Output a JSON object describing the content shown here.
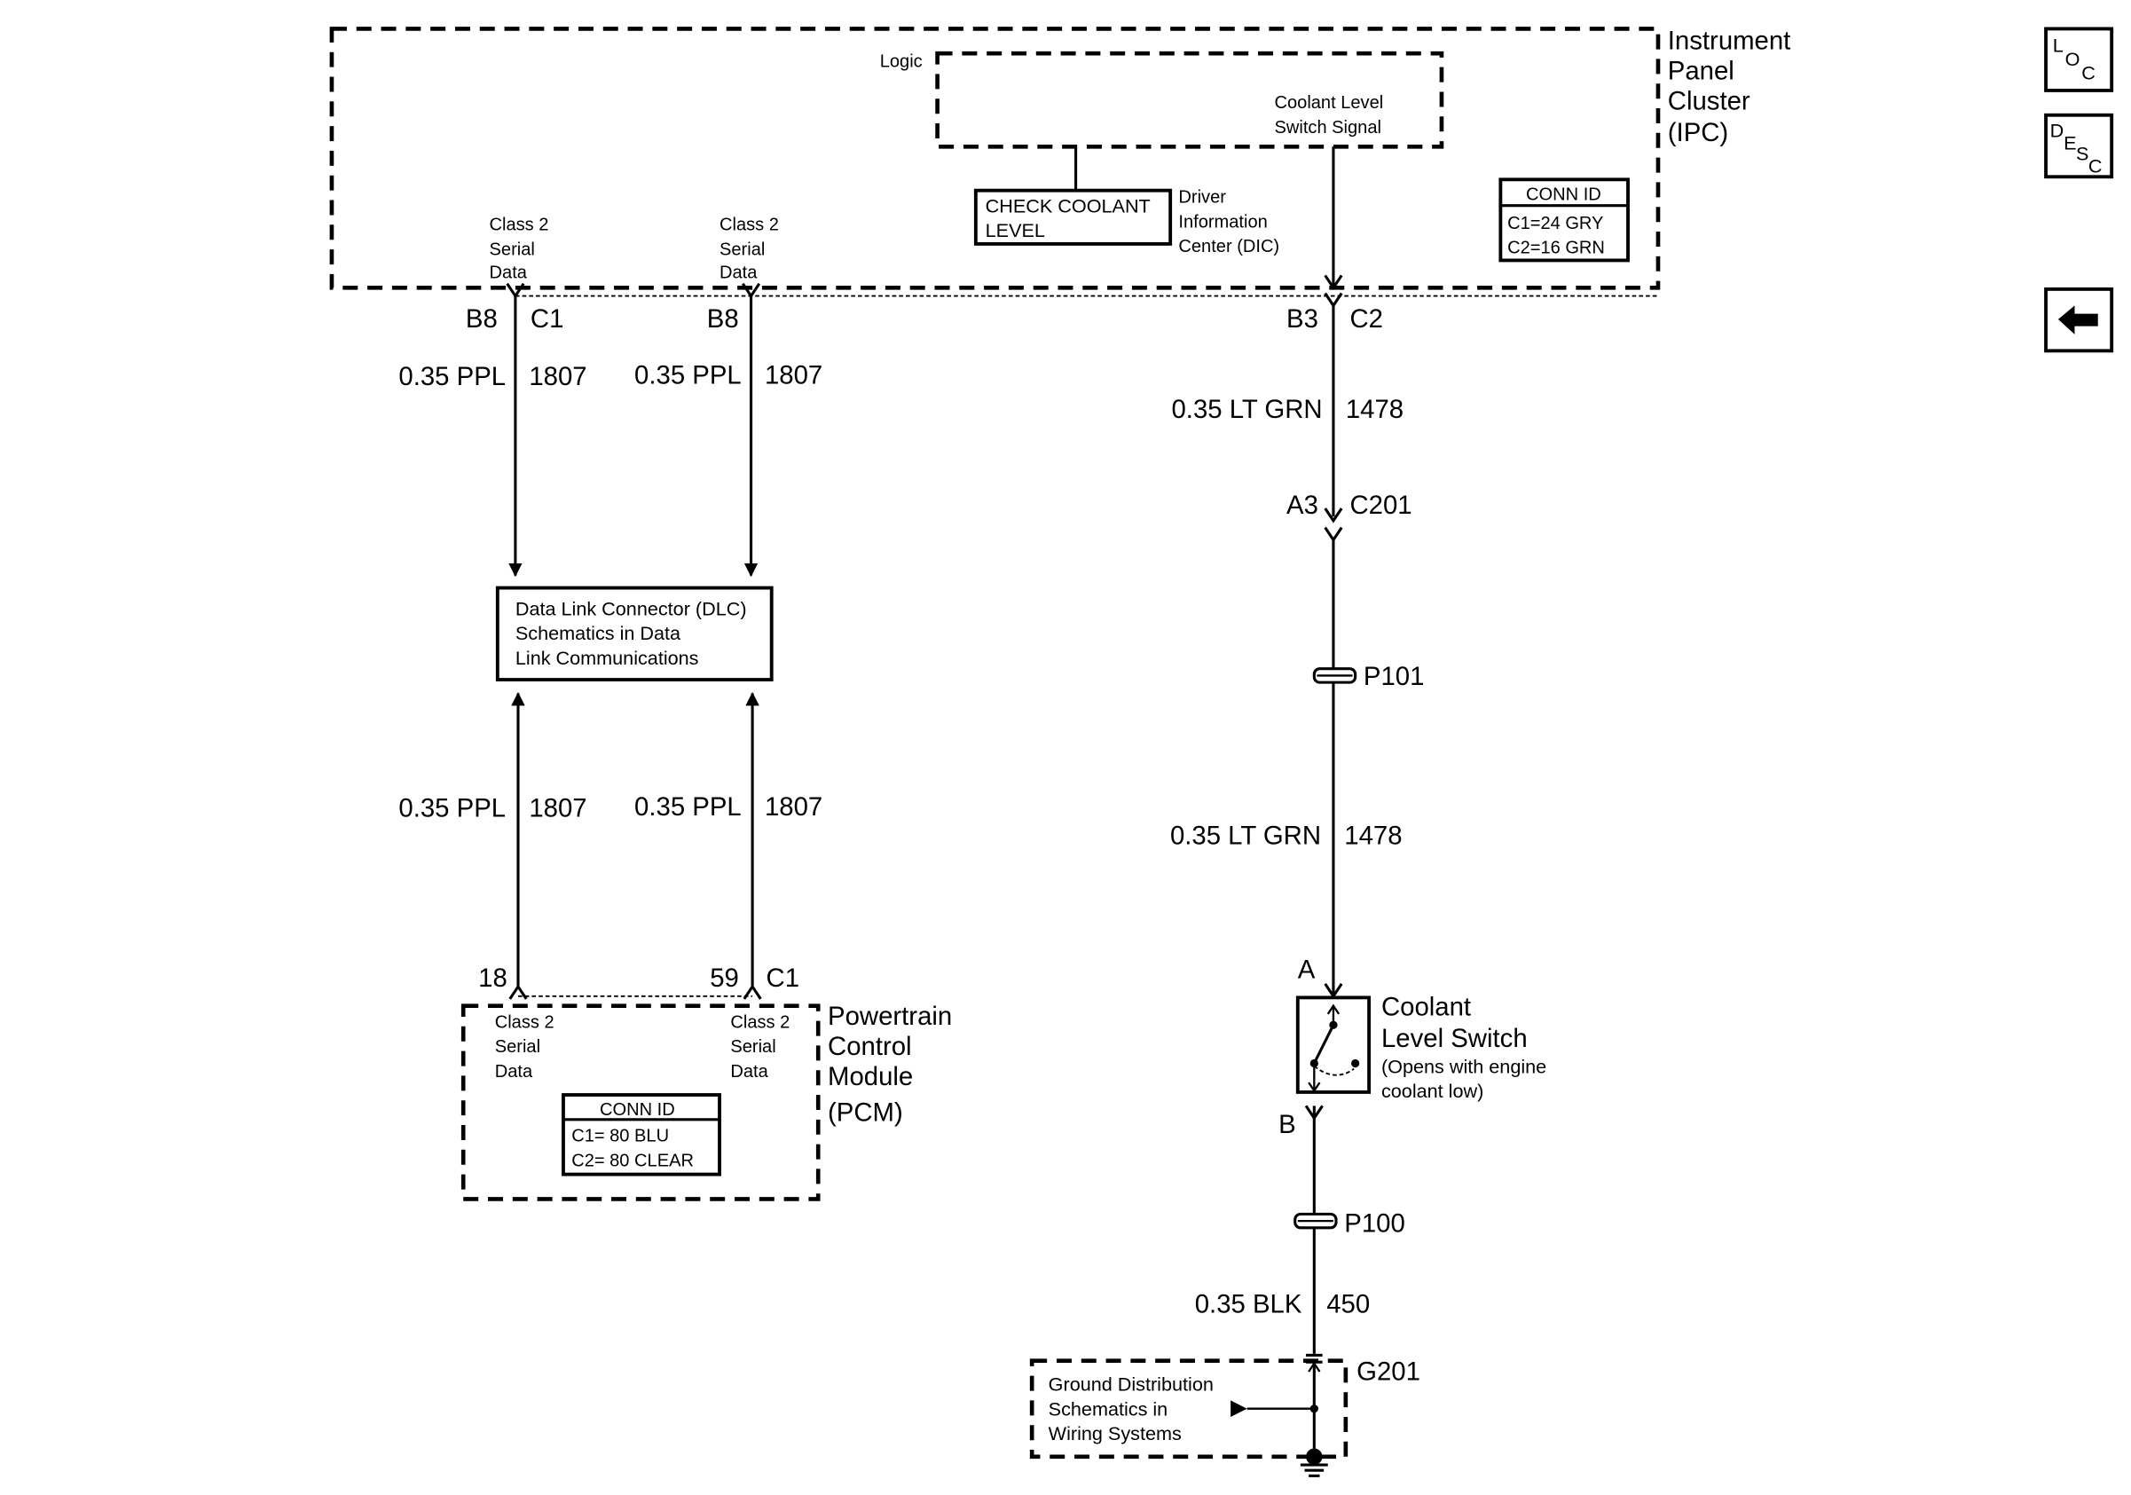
{
  "ipc": {
    "name_lines": [
      "Instrument",
      "Panel",
      "Cluster",
      "(IPC)"
    ],
    "logic_label": "Logic",
    "signal_lines": [
      "Coolant Level",
      "Switch Signal"
    ],
    "dic_box_lines": [
      "CHECK COOLANT",
      "LEVEL"
    ],
    "dic_label_lines": [
      "Driver",
      "Information",
      "Center (DIC)"
    ],
    "serial_a_lines": [
      "Class 2",
      "Serial",
      "Data"
    ],
    "serial_b_lines": [
      "Class 2",
      "Serial",
      "Data"
    ],
    "conn_id": {
      "title": "CONN ID",
      "c1": "C1=24 GRY",
      "c2": "C2=16 GRN"
    }
  },
  "pins": {
    "ipc_a_pin": "B8",
    "ipc_a_conn": "C1",
    "ipc_b_pin": "B8",
    "ipc_c_pin": "B3",
    "ipc_c_conn": "C2",
    "c201_pin": "A3",
    "c201_conn": "C201",
    "pcm_a_pin": "18",
    "pcm_b_pin": "59",
    "pcm_b_conn": "C1",
    "switch_a": "A",
    "switch_b": "B"
  },
  "wires": {
    "w1_upper": {
      "gauge": "0.35 PPL",
      "circuit": "1807"
    },
    "w2_upper": {
      "gauge": "0.35 PPL",
      "circuit": "1807"
    },
    "w1_lower": {
      "gauge": "0.35 PPL",
      "circuit": "1807"
    },
    "w2_lower": {
      "gauge": "0.35 PPL",
      "circuit": "1807"
    },
    "w3_upper": {
      "gauge": "0.35 LT GRN",
      "circuit": "1478"
    },
    "w3_lower": {
      "gauge": "0.35 LT GRN",
      "circuit": "1478"
    },
    "w4": {
      "gauge": "0.35 BLK",
      "circuit": "450"
    }
  },
  "dlc": {
    "lines": [
      "Data Link Connector (DLC)",
      "Schematics in Data",
      "Link Communications"
    ]
  },
  "pcm": {
    "name_lines": [
      "Powertrain",
      "Control",
      "Module",
      "(PCM)"
    ],
    "serial_a_lines": [
      "Class 2",
      "Serial",
      "Data"
    ],
    "serial_b_lines": [
      "Class 2",
      "Serial",
      "Data"
    ],
    "conn_id": {
      "title": "CONN ID",
      "c1": "C1= 80 BLU",
      "c2": "C2= 80 CLEAR"
    }
  },
  "splices": {
    "p101": "P101",
    "p100": "P100"
  },
  "coolant_switch": {
    "name_lines": [
      "Coolant",
      "Level Switch"
    ],
    "note_lines": [
      "(Opens with engine",
      "coolant low)"
    ]
  },
  "ground": {
    "id": "G201",
    "lines": [
      "Ground Distribution",
      "Schematics in",
      "Wiring Systems"
    ]
  },
  "nav": {
    "loc": [
      "L",
      "O",
      "C"
    ],
    "desc": [
      "D",
      "E",
      "S",
      "C"
    ]
  }
}
